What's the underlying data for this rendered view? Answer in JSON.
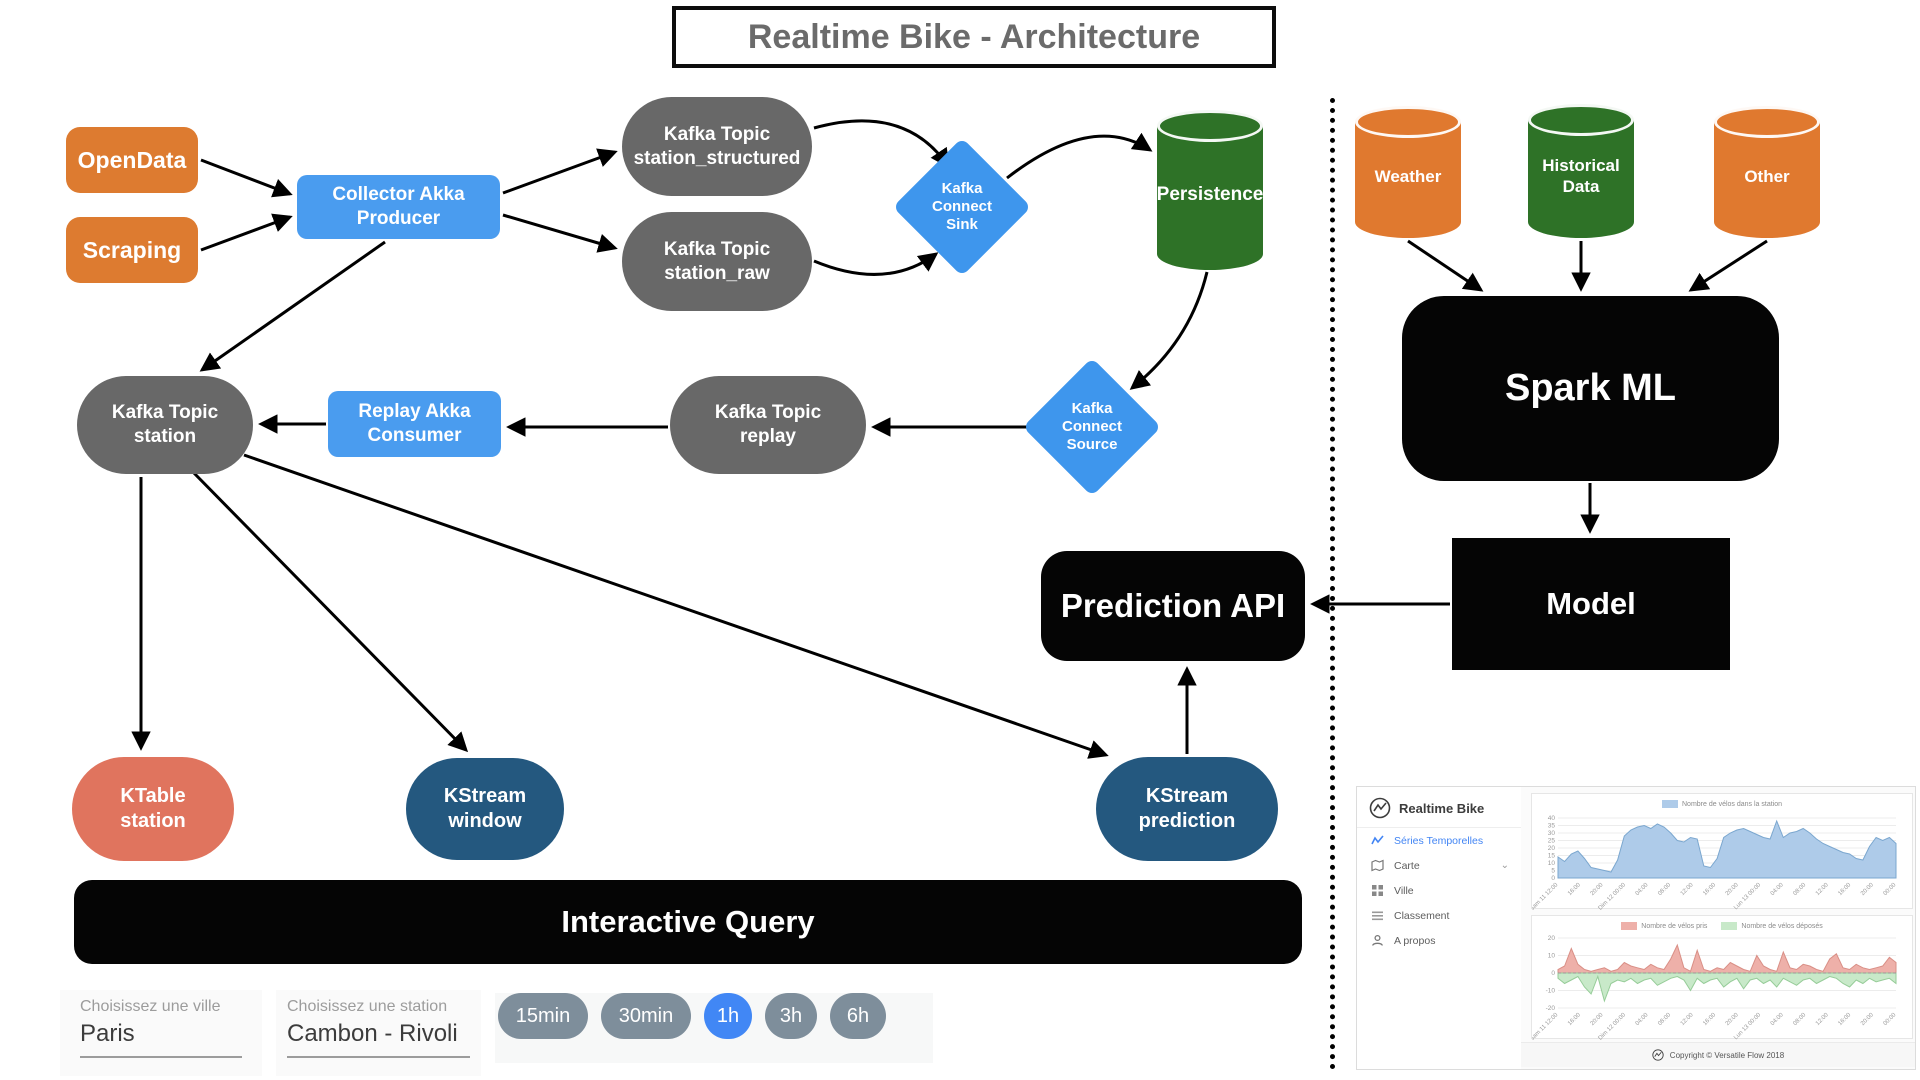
{
  "title": "Realtime Bike - Architecture",
  "colors": {
    "orange": "#dd7b30",
    "blue": "#4a9cef",
    "diamond_blue": "#3e96ed",
    "gray": "#686868",
    "green": "#2e7227",
    "navy": "#24587f",
    "salmon": "#e0745e",
    "black": "#050505",
    "selected_blue": "#4187f5",
    "slate_button": "#7e8e9b"
  },
  "nodes": {
    "opendata": "OpenData",
    "scraping": "Scraping",
    "collector": "Collector Akka\nProducer",
    "kt_structured": "Kafka Topic\nstation_structured",
    "kt_raw": "Kafka Topic\nstation_raw",
    "sink": "Kafka\nConnect\nSink",
    "persistence": "Persistence",
    "weather": "Weather",
    "historical": "Historical\nData",
    "other": "Other",
    "spark": "Spark ML",
    "model": "Model",
    "prediction_api": "Prediction API",
    "kt_station": "Kafka Topic\nstation",
    "replay_consumer": "Replay Akka\nConsumer",
    "kt_replay": "Kafka Topic\nreplay",
    "source": "Kafka\nConnect\nSource",
    "ktable": "KTable\nstation",
    "kstream_window": "KStream\nwindow",
    "kstream_prediction": "KStream\nprediction",
    "interactive_query": "Interactive Query"
  },
  "form": {
    "ville_label": "Choisissez une ville",
    "ville_value": "Paris",
    "station_label": "Choisissez une station",
    "station_value": "Cambon - Rivoli",
    "durations": [
      "15min",
      "30min",
      "1h",
      "3h",
      "6h"
    ],
    "selected_duration": "1h"
  },
  "mini_app": {
    "brand": "Realtime Bike",
    "menu": [
      {
        "label": "Séries Temporelles",
        "active": true
      },
      {
        "label": "Carte",
        "chevron": "⌄"
      },
      {
        "label": "Ville"
      },
      {
        "label": "Classement"
      },
      {
        "label": "A propos"
      }
    ],
    "footer": "Copyright © Versatile Flow 2018"
  },
  "chart_data": [
    {
      "type": "area",
      "legend": "Nombre de vélos dans la station",
      "ylim": [
        0,
        40
      ],
      "yticks": [
        0,
        5,
        10,
        15,
        20,
        25,
        30,
        35,
        40
      ],
      "fill": "#aecbe9",
      "stroke": "#7ba7cf",
      "x_labels": [
        "Sam 11 12:00",
        "16:00",
        "20:00",
        "Dim 12 00:00",
        "04:00",
        "08:00",
        "12:00",
        "16:00",
        "20:00",
        "Lun 13 00:00",
        "04:00",
        "08:00",
        "12:00",
        "16:00",
        "20:00",
        "00:00"
      ],
      "values": [
        14,
        11,
        16,
        18,
        13,
        7,
        6,
        5,
        4,
        12,
        28,
        32,
        34,
        35,
        33,
        36,
        34,
        30,
        25,
        24,
        27,
        26,
        8,
        7,
        13,
        27,
        30,
        32,
        33,
        31,
        29,
        27,
        26,
        38,
        27,
        30,
        31,
        33,
        30,
        26,
        23,
        21,
        19,
        17,
        16,
        13,
        12,
        21,
        27,
        25,
        27,
        23
      ]
    },
    {
      "type": "area",
      "ylim": [
        -20,
        20
      ],
      "yticks": [
        -20,
        -10,
        0,
        10,
        20
      ],
      "dashed_baseline": true,
      "baseline": 0,
      "x_labels": [
        "Sam 11 12:00",
        "16:00",
        "20:00",
        "Dim 12 00:00",
        "04:00",
        "08:00",
        "12:00",
        "16:00",
        "20:00",
        "Lun 13 00:00",
        "04:00",
        "08:00",
        "12:00",
        "16:00",
        "20:00",
        "00:00"
      ],
      "series": [
        {
          "name": "Nombre de vélos pris",
          "fill": "#eeb0a9",
          "stroke": "#d98f86",
          "values": [
            2,
            4,
            14,
            5,
            2,
            1,
            2,
            3,
            1,
            2,
            6,
            4,
            3,
            2,
            5,
            3,
            2,
            8,
            16,
            3,
            1,
            13,
            2,
            1,
            3,
            2,
            6,
            4,
            2,
            1,
            10,
            4,
            2,
            1,
            12,
            3,
            2,
            5,
            4,
            2,
            1,
            8,
            11,
            3,
            2,
            5,
            3,
            2,
            3,
            4,
            9,
            6
          ]
        },
        {
          "name": "Nombre de vélos déposés",
          "fill": "#c8e9c9",
          "stroke": "#96cc98",
          "values": [
            -3,
            -6,
            -4,
            -2,
            -8,
            -12,
            -2,
            -16,
            -6,
            -4,
            -5,
            -3,
            -6,
            -4,
            -3,
            -7,
            -5,
            -3,
            -2,
            -4,
            -10,
            -3,
            -6,
            -4,
            -3,
            -8,
            -5,
            -3,
            -9,
            -4,
            -3,
            -6,
            -4,
            -8,
            -3,
            -5,
            -7,
            -4,
            -3,
            -6,
            -4,
            -2,
            -3,
            -6,
            -8,
            -4,
            -6,
            -3,
            -5,
            -4,
            -3,
            -6
          ]
        }
      ]
    }
  ]
}
